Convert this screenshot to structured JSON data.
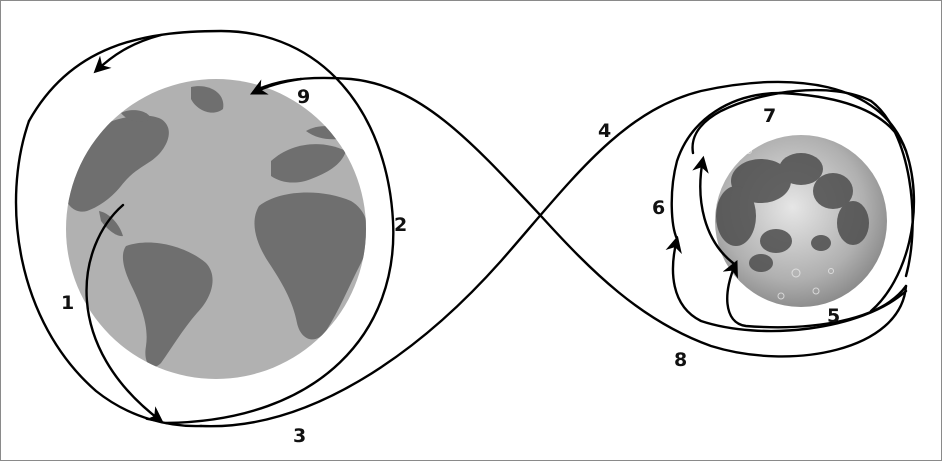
{
  "diagram": {
    "step_labels": [
      "1",
      "2",
      "3",
      "4",
      "5",
      "6",
      "7",
      "8",
      "9"
    ],
    "colors": {
      "ocean": "#b1b1b1",
      "land": "#6f6f6f",
      "moon_base": "#b9b9b9",
      "moon_maria": "#4d4d4d",
      "trajectory": "#000000"
    },
    "bodies": {
      "earth_icon": "earth-globe",
      "moon_icon": "moon-surface"
    }
  }
}
